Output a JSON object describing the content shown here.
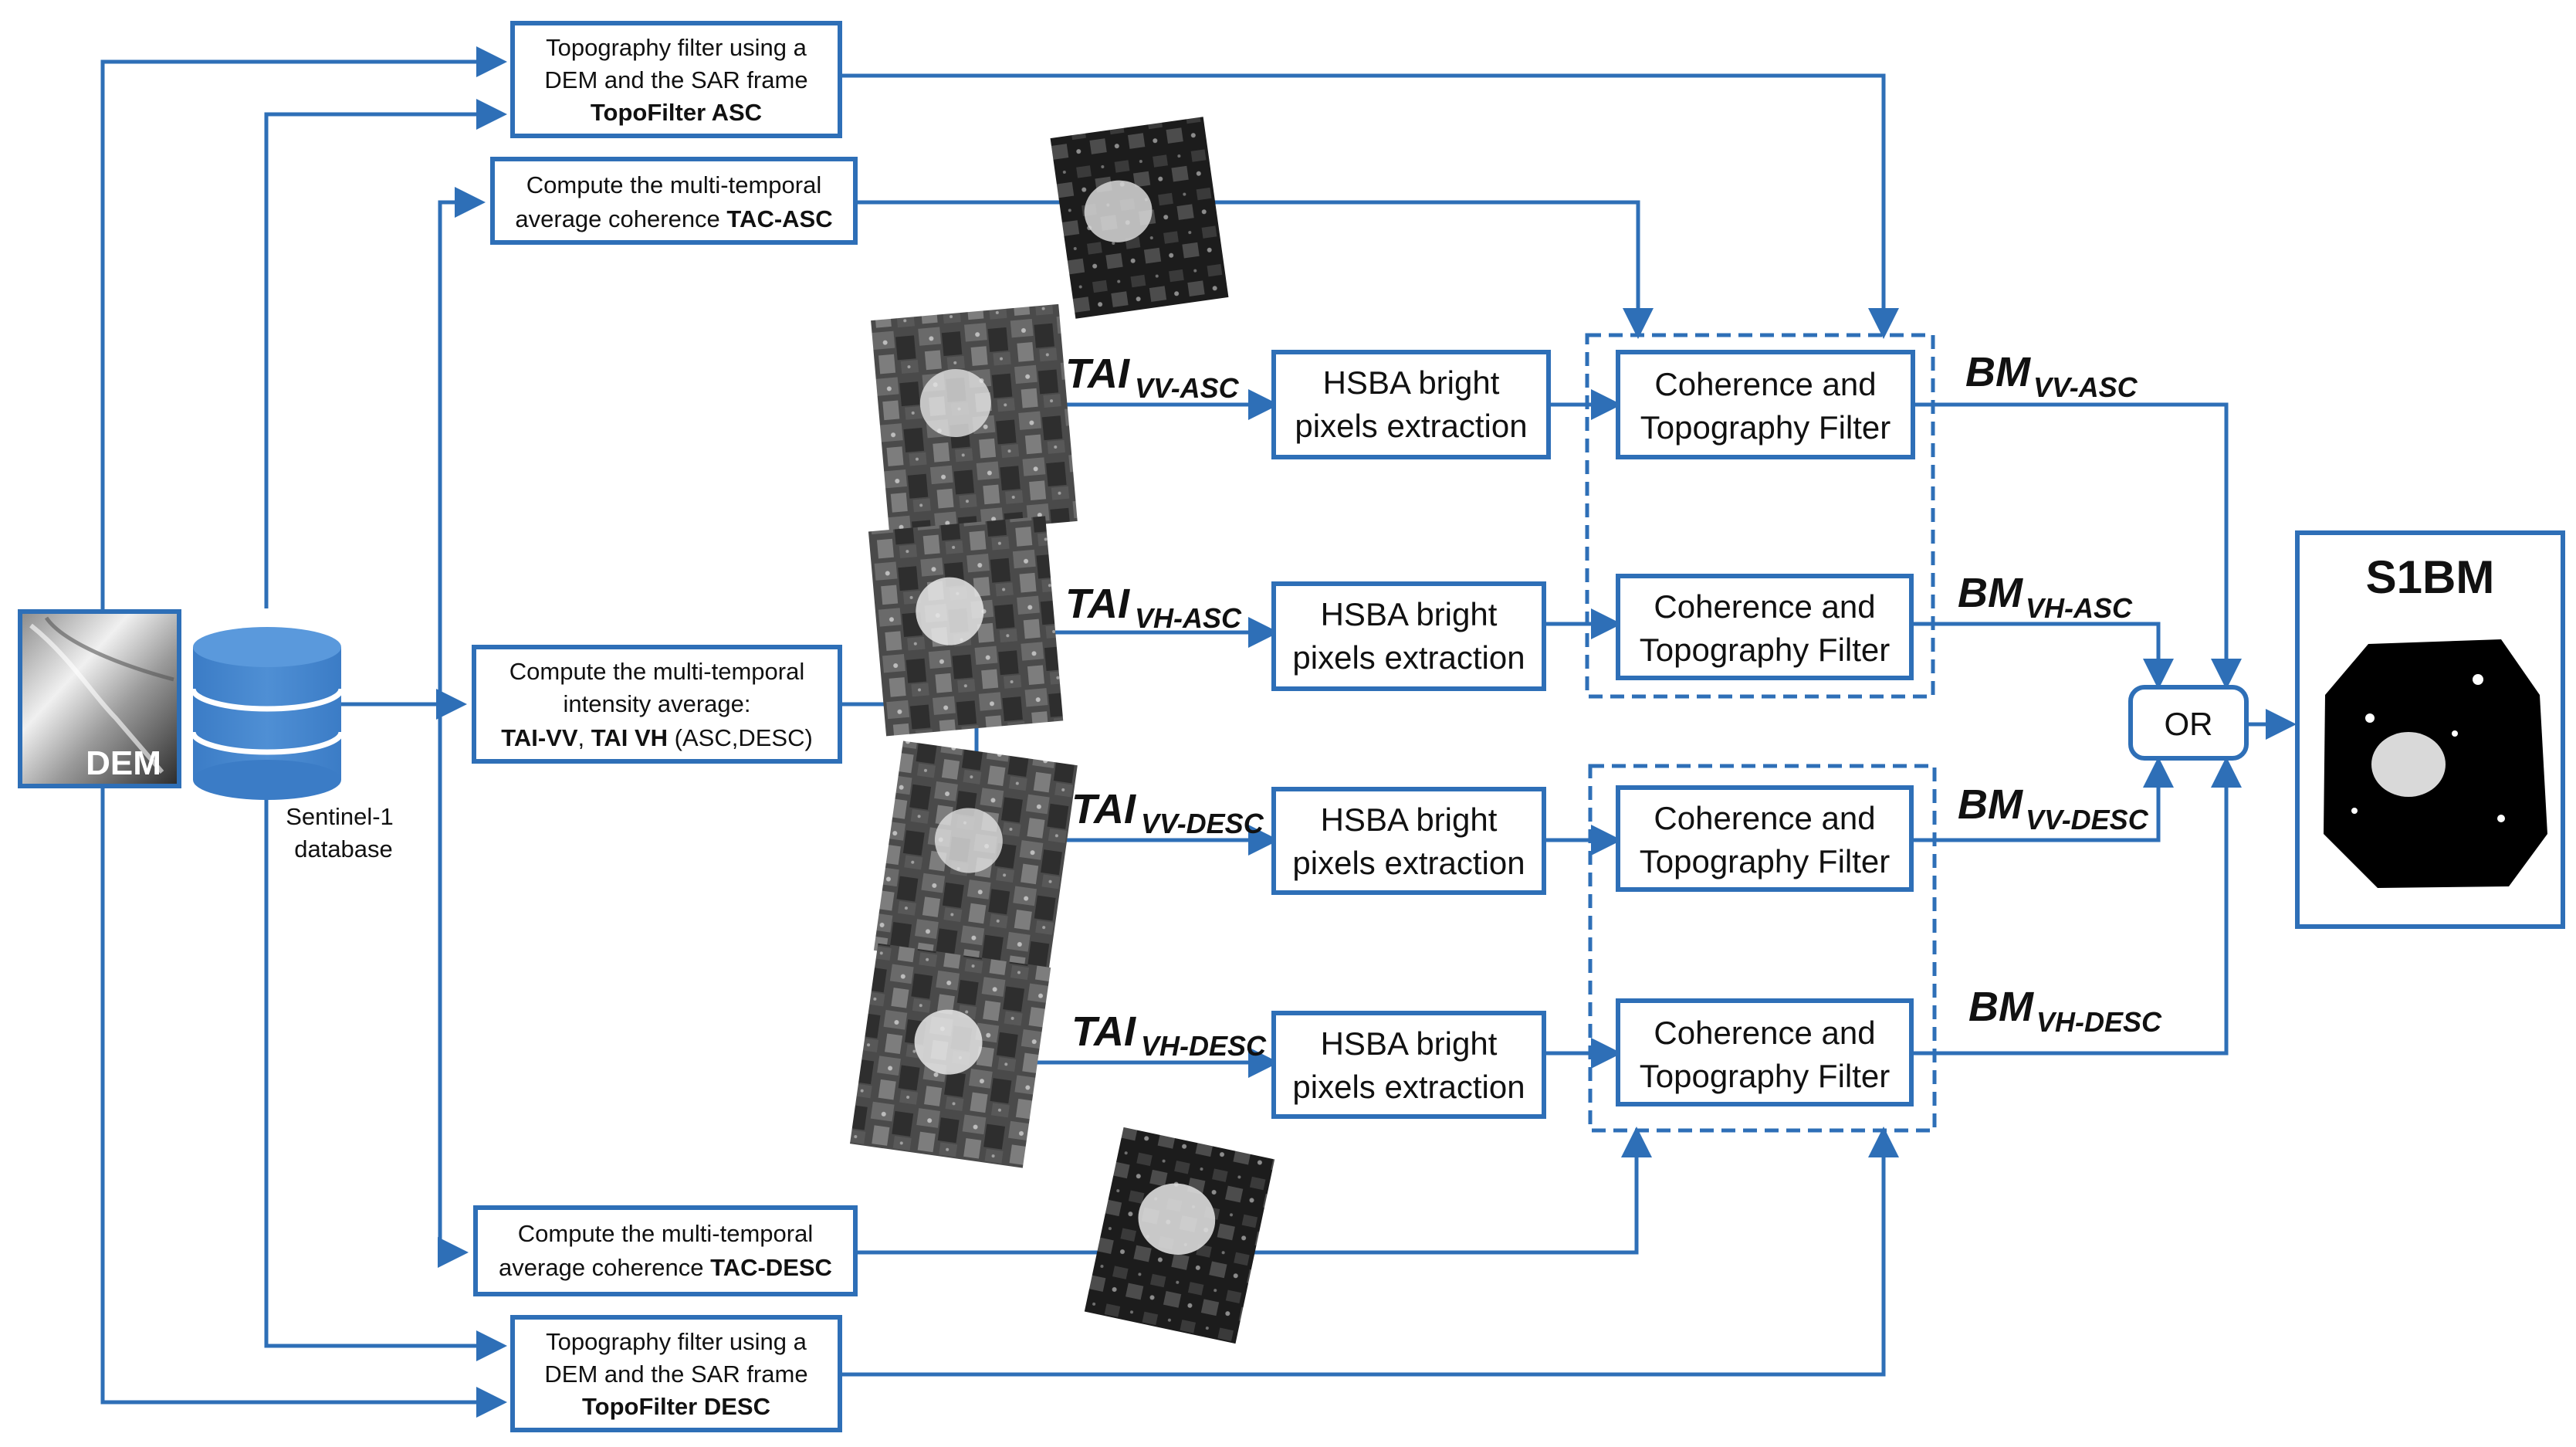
{
  "topo_asc": {
    "line1": "Topography filter using a",
    "line2": "DEM and the SAR frame",
    "line3": "TopoFilter ASC"
  },
  "tac_asc": {
    "line1": "Compute the multi-temporal",
    "line2_plain": "average coherence ",
    "line2_bold": "TAC-ASC"
  },
  "tai": {
    "line1": "Compute the multi-temporal",
    "line2": "intensity average:",
    "line3_b1": "TAI-VV",
    "line3_sep": ", ",
    "line3_b2": "TAI VH",
    "line3_plain": " (ASC,DESC)"
  },
  "tac_desc": {
    "line1": "Compute the multi-temporal",
    "line2_plain": "average coherence ",
    "line2_bold": "TAC-DESC"
  },
  "topo_desc": {
    "line1": "Topography filter using a",
    "line2": "DEM and the SAR frame",
    "line3": "TopoFilter DESC"
  },
  "dem": {
    "label": "DEM"
  },
  "database": {
    "line1": "Sentinel-1",
    "line2": "database"
  },
  "tai_labels": [
    {
      "base": "TAI",
      "sub": "VV-ASC"
    },
    {
      "base": "TAI",
      "sub": "VH-ASC"
    },
    {
      "base": "TAI",
      "sub": "VV-DESC"
    },
    {
      "base": "TAI",
      "sub": "VH-DESC"
    }
  ],
  "hsba": {
    "line1": "HSBA bright",
    "line2": "pixels extraction"
  },
  "ctf": {
    "line1": "Coherence and",
    "line2": "Topography Filter"
  },
  "bm_labels": [
    {
      "base": "BM",
      "sub": "VV-ASC"
    },
    {
      "base": "BM",
      "sub": "VH-ASC"
    },
    {
      "base": "BM",
      "sub": "VV-DESC"
    },
    {
      "base": "BM",
      "sub": "VH-DESC"
    }
  ],
  "or_label": "OR",
  "s1bm": {
    "title": "S1BM"
  },
  "colors": {
    "accent": "#2e6fb7"
  }
}
